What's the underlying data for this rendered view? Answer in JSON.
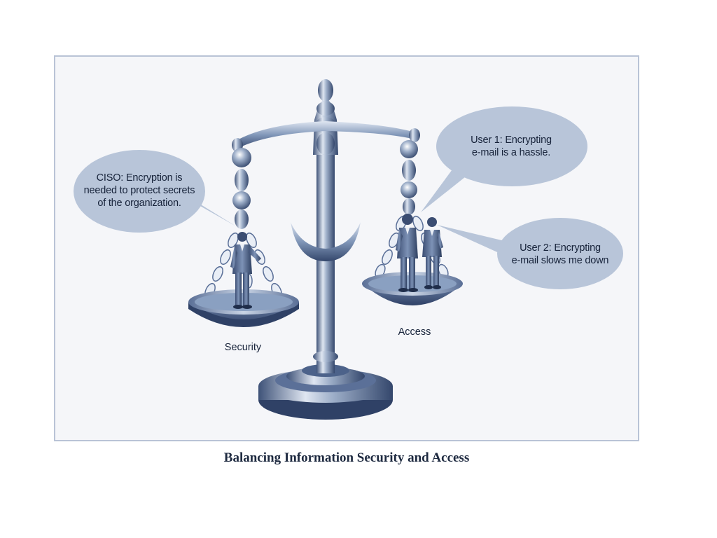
{
  "diagram": {
    "caption": "Balancing Information Security and Access",
    "pans": {
      "left_label": "Security",
      "right_label": "Access"
    },
    "bubbles": {
      "ciso": {
        "lines": [
          "CISO: Encryption is",
          "needed to protect secrets",
          "of the organization."
        ]
      },
      "user1": {
        "lines": [
          "User 1: Encrypting",
          "e-mail is a hassle."
        ]
      },
      "user2": {
        "lines": [
          "User 2: Encrypting",
          "e-mail slows me down"
        ]
      }
    },
    "colors": {
      "bubble_fill": "#b8c5d9",
      "metal_dark": "#44587e",
      "metal_light": "#dbe3ef",
      "frame_border": "#b9c3d6",
      "text": "#17233a"
    }
  }
}
